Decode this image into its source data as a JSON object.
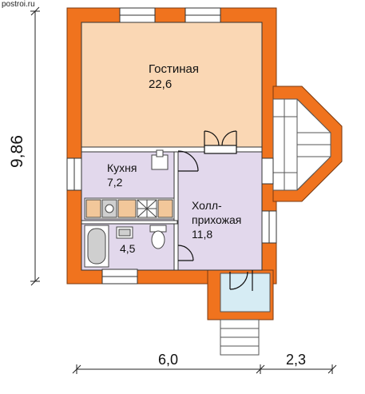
{
  "watermark": "postroi.ru",
  "rooms": {
    "living": {
      "name": "Гостиная",
      "area": "22,6"
    },
    "kitchen": {
      "name": "Кухня",
      "area": "7,2"
    },
    "hall": {
      "name_line1": "Холл-",
      "name_line2": "прихожая",
      "area": "11,8"
    },
    "bathroom": {
      "area": "4,5"
    }
  },
  "dimensions": {
    "height": "9,86",
    "width_main": "6,0",
    "width_extra": "2,3"
  },
  "colors": {
    "wall": "#f0731e",
    "living_floor": "#fad7b4",
    "service_floor": "#e2d8ec",
    "porch_floor": "#d6ecf4",
    "fixture": "#cfcfcf"
  }
}
